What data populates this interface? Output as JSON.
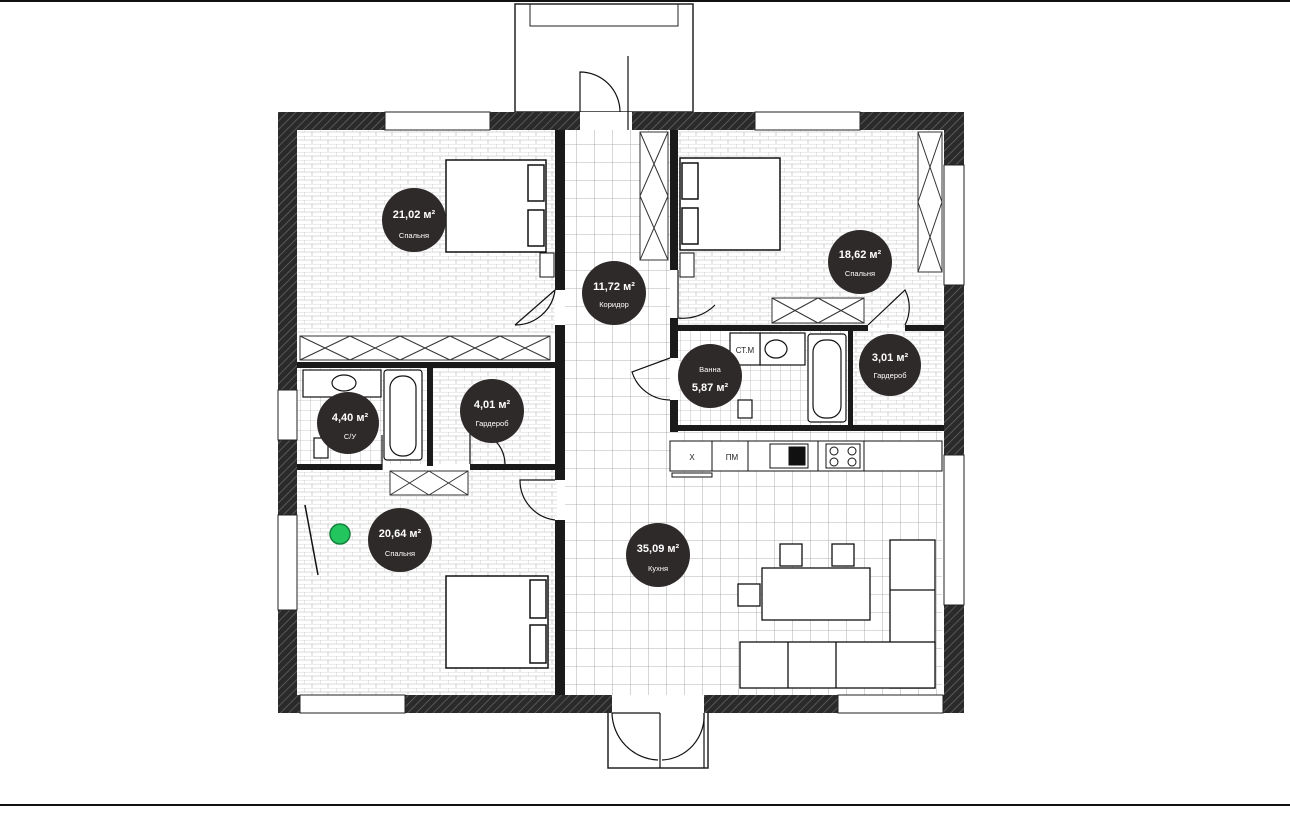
{
  "rooms": {
    "bedroom1": {
      "area": "21,02 м²",
      "name": "Спальня"
    },
    "corridor": {
      "area": "11,72 м²",
      "name": "Коридор"
    },
    "bedroom2": {
      "area": "18,62 м²",
      "name": "Спальня"
    },
    "bath": {
      "name": "Ванна",
      "area": "5,87 м²"
    },
    "wardrobe1": {
      "area": "3,01 м²",
      "name": "Гардероб"
    },
    "wc": {
      "area": "4,40 м²",
      "name": "С/У"
    },
    "wardrobe2": {
      "area": "4,01 м²",
      "name": "Гардероб"
    },
    "bedroom3": {
      "area": "20,64 м²",
      "name": "Спальня"
    },
    "kitchen": {
      "area": "35,09 м²",
      "name": "Кухня"
    }
  },
  "fixtures": {
    "washer": "СТ.М",
    "dishwasher": "ПМ",
    "fridge": "Х"
  },
  "colors": {
    "wall": "#1a1a1a",
    "badge": "#2f2a2a",
    "marker": "#22c55e",
    "grid": "#9a9a9a"
  }
}
